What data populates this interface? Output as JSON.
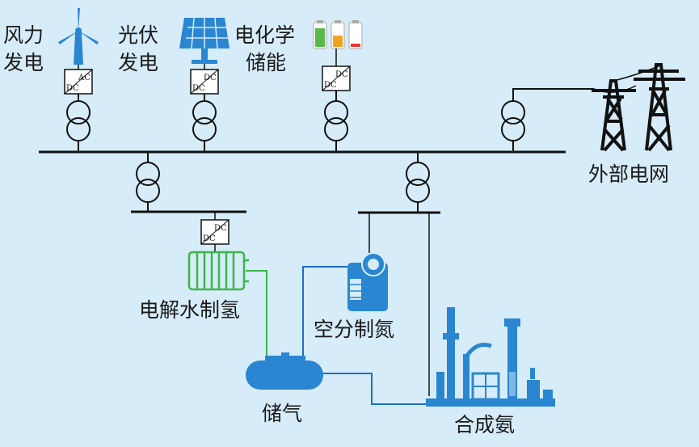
{
  "labels": {
    "wind": [
      "风力",
      "发电"
    ],
    "pv": [
      "光伏",
      "发电"
    ],
    "battery": [
      "电化学",
      "储能"
    ],
    "grid": "外部电网",
    "electrolysis": "电解水制氢",
    "air_separation": "空分制氮",
    "storage": "储气",
    "ammonia": "合成氨"
  },
  "converters": {
    "wind": [
      "AC",
      "DC"
    ],
    "pv": [
      "DC",
      "DC"
    ],
    "battery": [
      "DC",
      "DC"
    ],
    "electrolysis": [
      "DC",
      "DC"
    ]
  },
  "colors": {
    "background": "#d6ecf8",
    "line": "#111111",
    "equipment_blue": "#2a86d1",
    "electrolyzer_green": "#3cb54a",
    "gas_pipe_blue": "#1c70c8"
  }
}
